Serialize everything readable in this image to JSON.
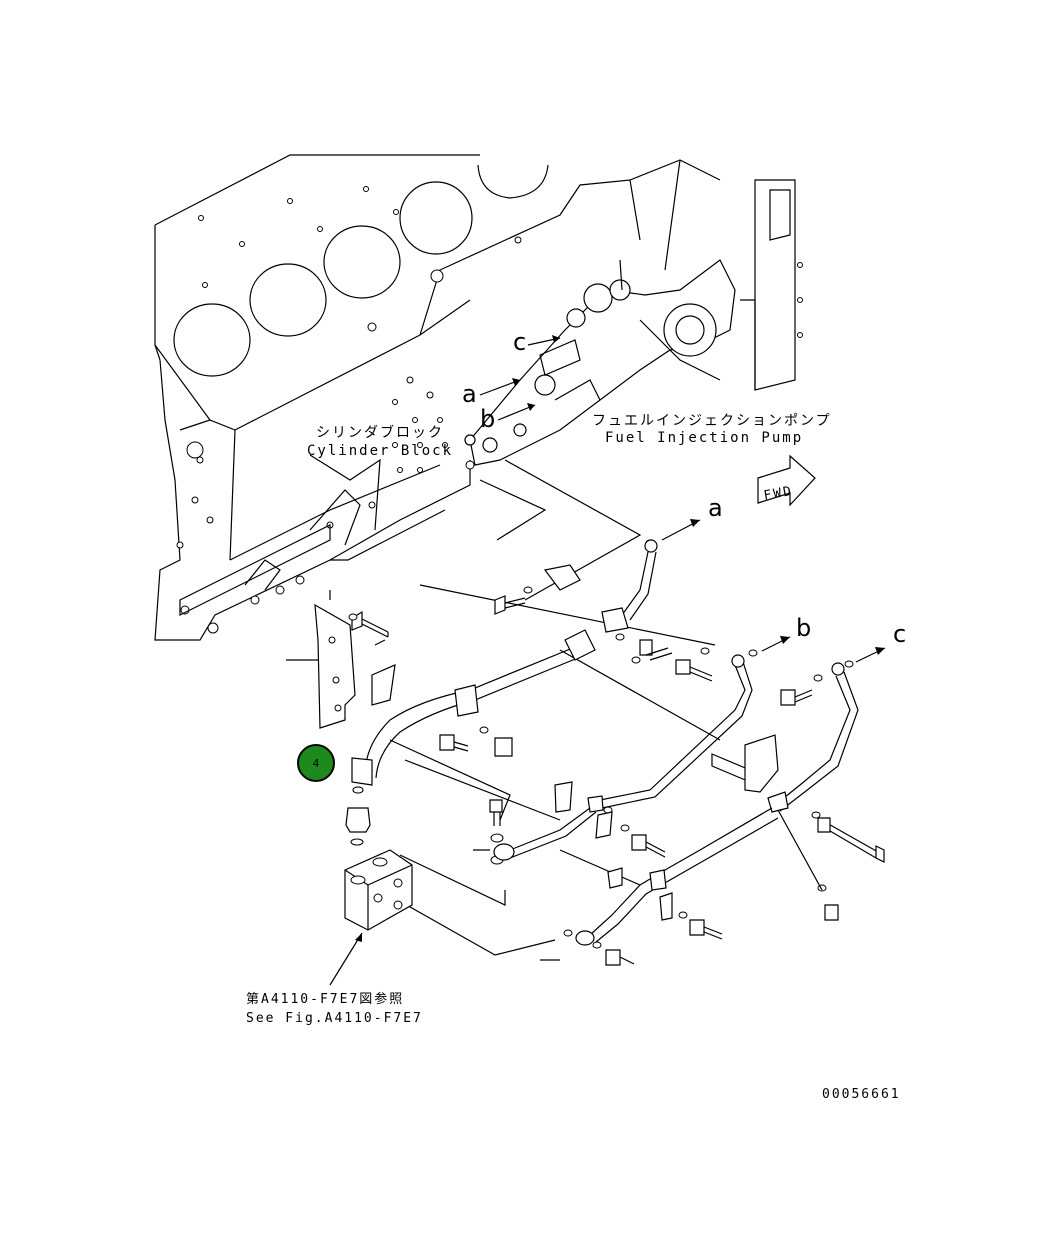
{
  "labels": {
    "cylinder_block_jp": "シリンダブロック",
    "cylinder_block_en": "Cylinder Block",
    "fuel_pump_jp": "フュエルインジェクションポンプ",
    "fuel_pump_en": "Fuel Injection Pump",
    "fwd": "FWD",
    "ref_jp": "第A4110-F7E7図参照",
    "ref_en": "See Fig.A4110-F7E7",
    "drawing_no": "00056661"
  },
  "connection_markers": [
    "a",
    "b",
    "c",
    "a",
    "b",
    "c"
  ],
  "callout": {
    "number": "4",
    "color": "#1e8a1e"
  }
}
